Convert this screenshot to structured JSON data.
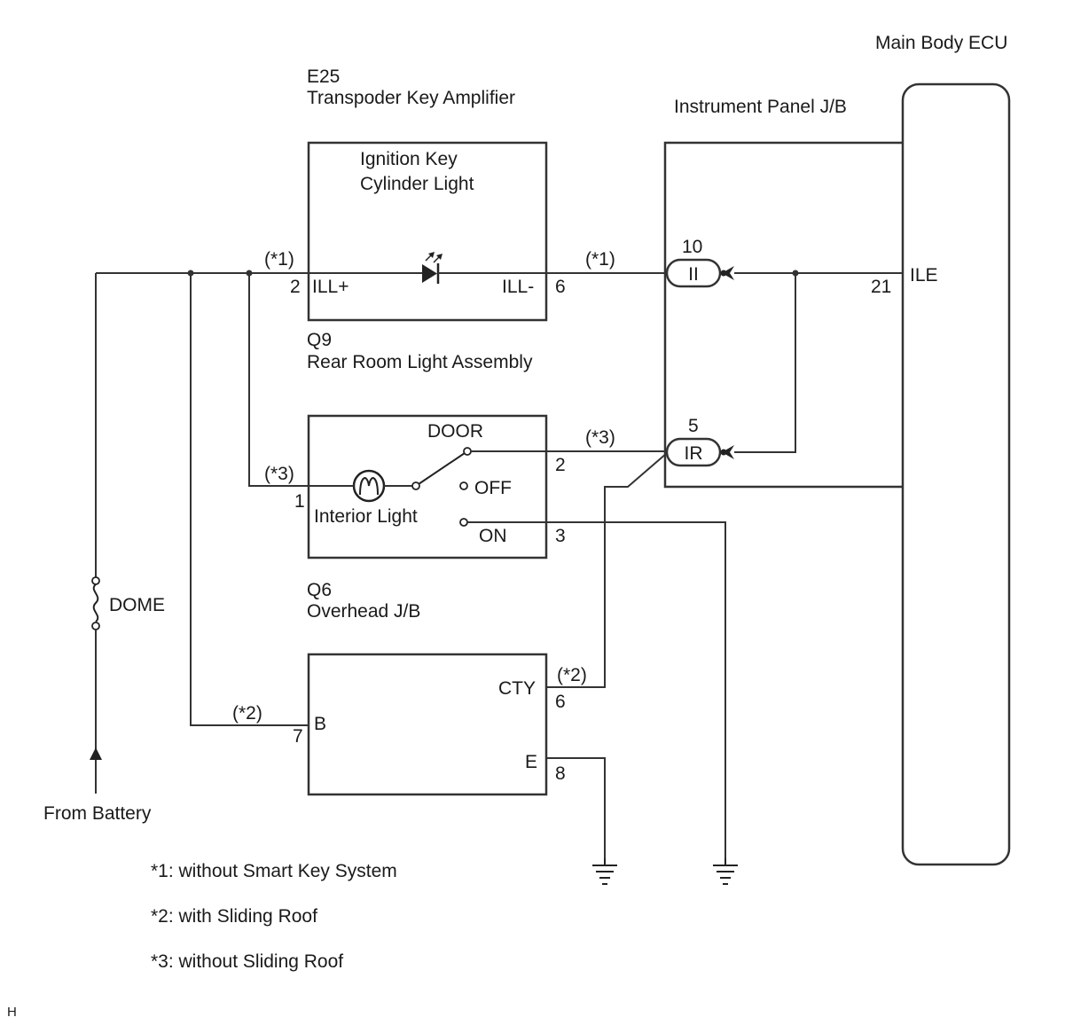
{
  "ecu": {
    "label": "Main Body ECU",
    "terminal_name": "ILE",
    "pin": "21"
  },
  "ip_jb": {
    "label": "Instrument Panel J/B",
    "conn_ii": {
      "pin": "10",
      "code": "II"
    },
    "conn_ir": {
      "pin": "5",
      "code": "IR"
    }
  },
  "e25": {
    "code": "E25",
    "name": "Transpoder Key Amplifier",
    "inner_line1": "Ignition Key",
    "inner_line2": "Cylinder Light",
    "term_plus": "ILL+",
    "term_minus": "ILL-",
    "pin_plus": "2",
    "pin_minus": "6"
  },
  "q9": {
    "code": "Q9",
    "name": "Rear Room Light Assembly",
    "door": "DOOR",
    "off": "OFF",
    "on": "ON",
    "lamp": "Interior Light",
    "pin1": "1",
    "pin2": "2",
    "pin3": "3"
  },
  "q6": {
    "code": "Q6",
    "name": "Overhead J/B",
    "term_cty": "CTY",
    "term_b": "B",
    "term_e": "E",
    "pin_cty": "6",
    "pin_b": "7",
    "pin_e": "8"
  },
  "tags": {
    "t1": "(*1)",
    "t2": "(*2)",
    "t3": "(*3)"
  },
  "fuse": "DOME",
  "source": "From Battery",
  "notes": [
    "*1: without Smart Key System",
    "*2: with Sliding Roof",
    "*3: without Sliding Roof"
  ],
  "corner_letter": "H"
}
